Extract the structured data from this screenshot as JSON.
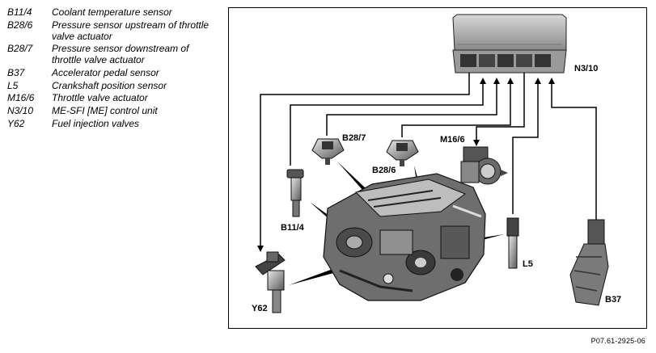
{
  "legend": [
    {
      "code": "B11/4",
      "text": "Coolant temperature sensor"
    },
    {
      "code": "B28/6",
      "text": "Pressure sensor upstream of throttle valve actuator"
    },
    {
      "code": "B28/7",
      "text": "Pressure sensor downstream of throttle valve actuator"
    },
    {
      "code": "B37",
      "text": "Accelerator pedal sensor"
    },
    {
      "code": "L5",
      "text": "Crankshaft position sensor"
    },
    {
      "code": "M16/6",
      "text": "Throttle valve actuator"
    },
    {
      "code": "N3/10",
      "text": "ME-SFI [ME] control unit"
    },
    {
      "code": "Y62",
      "text": "Fuel injection valves"
    }
  ],
  "labels": {
    "n3_10": "N3/10",
    "b28_7": "B28/7",
    "b28_6": "B28/6",
    "m16_6": "M16/6",
    "b11_4": "B11/4",
    "l5": "L5",
    "y62": "Y62",
    "b37": "B37"
  },
  "reference": "P07.61-2925-06"
}
